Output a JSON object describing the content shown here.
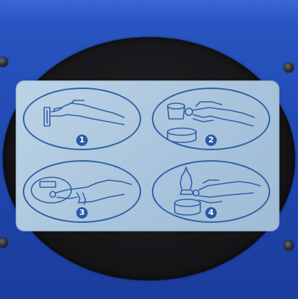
{
  "steps": [
    {
      "number": "1",
      "icon": "hand-press-tab-icon"
    },
    {
      "number": "2",
      "icon": "hand-grip-cup-icon"
    },
    {
      "number": "3",
      "icon": "hand-press-button-icon"
    },
    {
      "number": "4",
      "icon": "hand-pour-bottle-icon"
    }
  ],
  "colors": {
    "panel": "#2149b3",
    "bezel": "#161619",
    "label": "#a9c4dc",
    "line": "#2d5fa8"
  }
}
